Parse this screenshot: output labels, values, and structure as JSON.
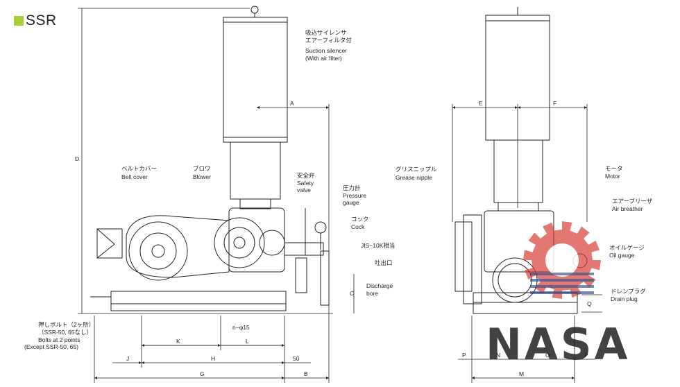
{
  "title": "SSR",
  "accent_color": "#a6cf3a",
  "labels": {
    "suction_jp1": "吸込サイレンサ",
    "suction_jp2": "エアーフィルタ付",
    "suction_en1": "Suction silencer",
    "suction_en2": "(With air filter)",
    "belt_jp": "ベルトカバー",
    "belt_en": "Belt cover",
    "blower_jp": "ブロワ",
    "blower_en": "Blower",
    "safety_jp": "安全弁",
    "safety_en1": "Safety",
    "safety_en2": "valve",
    "pressure_jp": "圧力計",
    "pressure_en1": "Pressure",
    "pressure_en2": "gauge",
    "cock_jp": "コック",
    "cock_en": "Cock",
    "jis": "JIS−10K相当",
    "discharge_jp": "吐出口",
    "discharge_en1": "Discharge",
    "discharge_en2": "bore",
    "bolt_jp1": "押しボルト（2ヶ所）",
    "bolt_jp2": "（SSR-50, 65なし）",
    "bolt_en1": "Bolts at 2 points",
    "bolt_en2": "(Except SSR-50, 65)",
    "holes": "n−φ15",
    "grease_jp": "グリスニップル",
    "grease_en": "Grease nipple",
    "motor_jp": "モータ",
    "motor_en": "Motor",
    "breather_jp": "エアーブリーザ",
    "breather_en": "Air breather",
    "oil_jp": "オイルゲージ",
    "oil_en": "Oil gauge",
    "drain_jp": "ドレンプラグ",
    "drain_en": "Drain plug"
  },
  "dimensions": {
    "A": "A",
    "D": "D",
    "C": "C",
    "K": "K",
    "L": "L",
    "J": "J",
    "H": "H",
    "v50": "50",
    "G": "G",
    "B": "B",
    "E": "E",
    "F": "F",
    "M": "M",
    "N": "N",
    "O": "O",
    "P": "P",
    "Q": "Q"
  },
  "watermark": {
    "text": "NASA",
    "text_color": "#1d3a82",
    "gear_color": "#d63a2f"
  }
}
